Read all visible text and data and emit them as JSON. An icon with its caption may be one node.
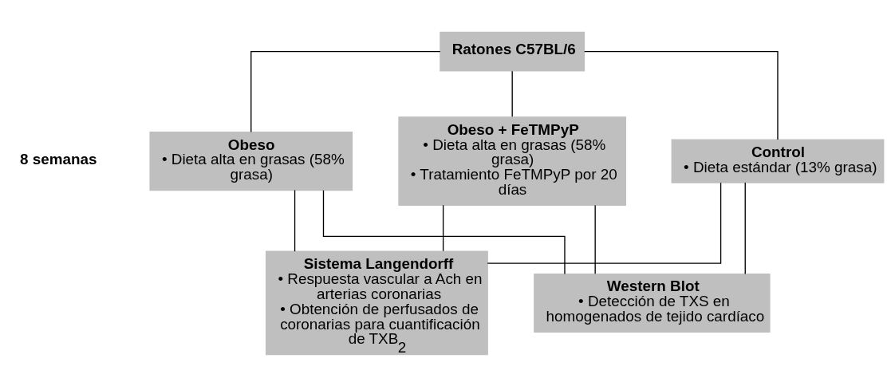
{
  "diagram": {
    "nodes": [
      {
        "text": [
          "Ratones C57BL/6"
        ]
      },
      {
        "text": [
          "Control",
          "• Dieta estándar (13% grasa)"
        ]
      },
      {
        "text": [
          "Obeso",
          "• Dieta alta en grasas (58% grasa)"
        ]
      },
      {
        "text": [
          "Obeso + FeTMPyP",
          "• Dieta alta en grasas (58% grasa)",
          "• Tratamiento FeTMPyP por 20 días"
        ]
      },
      {
        "text": [
          "Sistema Langendorff",
          "• Respuesta vascular a Ach en arterias coronarias",
          "• Obtención de perfusados de coronarias para cuantificación de TXB$_{2}$"
        ]
      },
      {
        "text": [
          "Western Blot",
          "• Detección de TXS en homogenados de tejido cardíaco"
        ]
      }
    ],
    "edges": [
      {
        "from": 0,
        "to": 1,
        "arrow": "none"
      },
      {
        "from": 0,
        "to": 2,
        "arrow": "none"
      },
      {
        "from": 0,
        "to": 3,
        "arrow": "none"
      },
      {
        "from": 1,
        "to": 4,
        "arrow": "none"
      },
      {
        "from": 1,
        "to": 5,
        "arrow": "none"
      },
      {
        "from": 2,
        "to": 4,
        "arrow": "none"
      },
      {
        "from": 2,
        "to": 5,
        "arrow": "none"
      },
      {
        "from": 3,
        "to": 4,
        "arrow": "none"
      },
      {
        "from": 3,
        "to": 5,
        "arrow": "none"
      }
    ],
    "labels": [
      "8 semanas"
    ]
  }
}
